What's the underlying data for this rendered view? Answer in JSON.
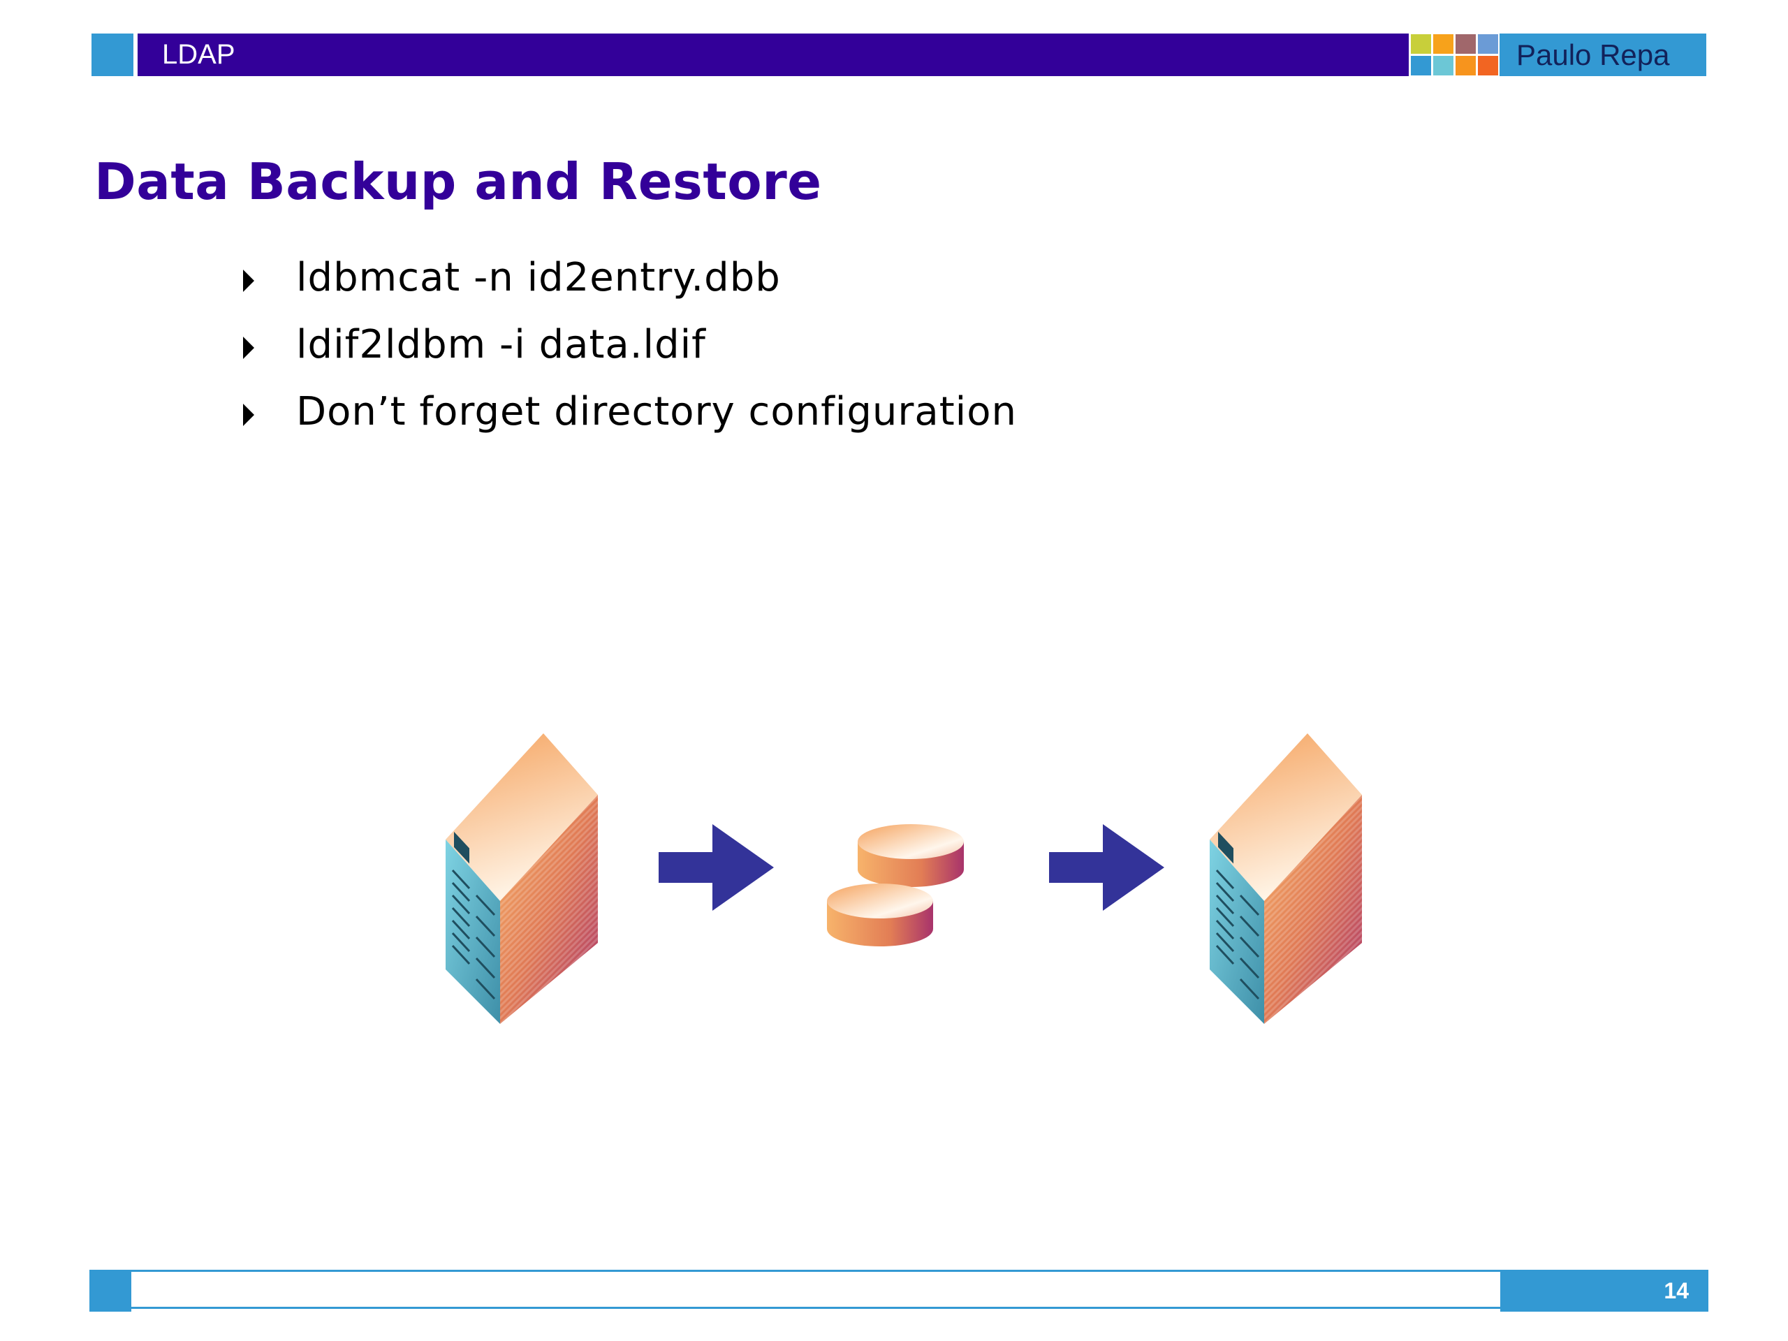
{
  "header": {
    "title": "LDAP",
    "author": "Paulo Repa",
    "mosaic_colors": [
      "#c8cf3a",
      "#f7a21b",
      "#a0676b",
      "#6b9bd6",
      "#3399d3",
      "#6cc7d6",
      "#f7941d",
      "#f26522"
    ]
  },
  "slide": {
    "title": "Data Backup and Restore",
    "bullets": [
      "ldbmcat -n id2entry.dbb",
      "ldif2ldbm -i data.ldif",
      "Don’t forget directory configuration"
    ]
  },
  "illustration": {
    "icons": [
      "source-server-icon",
      "arrow-right-icon",
      "disk-stack-icon",
      "arrow-right-icon",
      "target-server-icon"
    ],
    "colors": {
      "arrow": "#333399",
      "orange": "#f5a25d",
      "magenta": "#a8336b",
      "teal": "#5cc3d6"
    }
  },
  "footer": {
    "page_number": "14"
  },
  "colors": {
    "primary": "#330099",
    "accent": "#3399d3"
  }
}
